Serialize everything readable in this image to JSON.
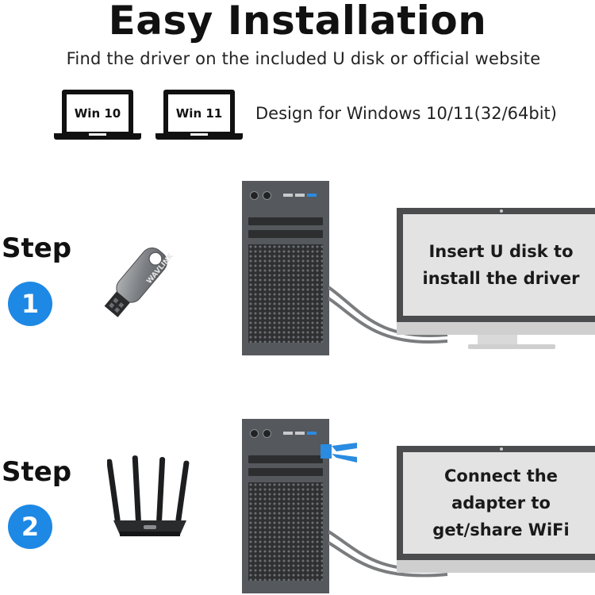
{
  "header": {
    "title": "Easy Installation",
    "subtitle": "Find the driver on the included U disk or official website"
  },
  "compatibility": {
    "badges": [
      "Win 10",
      "Win 11"
    ],
    "text": "Design for Windows 10/11(32/64bit)"
  },
  "steps": [
    {
      "label": "Step",
      "number": "1",
      "screen_line1": "Insert U disk to",
      "screen_line2": "install the driver",
      "usb_brand": "WAVLINK"
    },
    {
      "label": "Step",
      "number": "2",
      "screen_line1": "Connect the",
      "screen_line2": "adapter to",
      "screen_line3": "get/share WiFi"
    }
  ],
  "colors": {
    "accent": "#1e88e5",
    "tower": "#55585c",
    "screen": "#e3e3e3"
  }
}
